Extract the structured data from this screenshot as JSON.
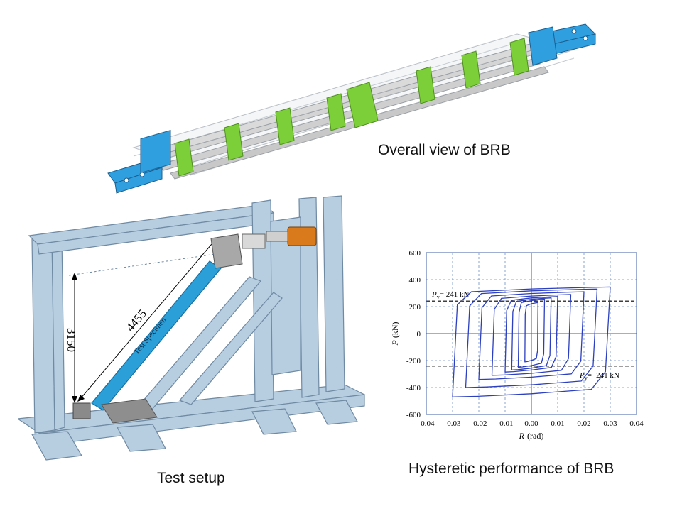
{
  "captions": {
    "overall": "Overall view of BRB",
    "setup": "Test setup",
    "hysteretic": "Hysteretic performance of BRB"
  },
  "setup_labels": {
    "length": "4455",
    "height": "3150",
    "specimen": "Test Specimen"
  },
  "colors": {
    "frame": "#b7cde0",
    "frame_edge": "#6f8aa3",
    "brace": "#2b9fd8",
    "end_plate": "#2f9fe0",
    "restrainer": "#7dcf3a",
    "rod": "#c9c9c9",
    "actuator": "#d97a1c",
    "hysteresis": "#2b3fbf",
    "grid": "#6d8fc7"
  },
  "chart_data": {
    "type": "line",
    "xlabel_symbol": "R",
    "xlabel_unit": "(rad)",
    "ylabel_symbol": "P",
    "ylabel_unit": "(kN)",
    "xlim": [
      -0.04,
      0.04
    ],
    "ylim": [
      -600,
      600
    ],
    "xticks": [
      "-0.04",
      "-0.03",
      "-0.02",
      "-0.01",
      "0.00",
      "0.01",
      "0.02",
      "0.03",
      "0.04"
    ],
    "yticks": [
      "600",
      "400",
      "200",
      "0",
      "-200",
      "-400",
      "-600"
    ],
    "xtick_values": [
      -0.04,
      -0.03,
      -0.02,
      -0.01,
      0,
      0.01,
      0.02,
      0.03,
      0.04
    ],
    "ytick_values": [
      600,
      400,
      200,
      0,
      -200,
      -400,
      -600
    ],
    "grid": true,
    "reference_lines": [
      {
        "sym": "P",
        "sub": "y",
        "label": "= 241 kN",
        "value": 241
      },
      {
        "sym": "P",
        "sub": "y",
        "label": "=−241 kN",
        "value": -241
      }
    ],
    "loops": [
      {
        "x": [
          -0.0025,
          0.0025
        ],
        "y": [
          -210,
          230
        ]
      },
      {
        "x": [
          -0.005,
          0.005
        ],
        "y": [
          -250,
          255
        ]
      },
      {
        "x": [
          -0.0075,
          0.0075
        ],
        "y": [
          -270,
          265
        ]
      },
      {
        "x": [
          -0.01,
          0.01
        ],
        "y": [
          -285,
          275
        ]
      },
      {
        "x": [
          -0.015,
          0.015
        ],
        "y": [
          -310,
          290
        ]
      },
      {
        "x": [
          -0.02,
          0.02
        ],
        "y": [
          -340,
          310
        ]
      },
      {
        "x": [
          -0.025,
          0.025
        ],
        "y": [
          -400,
          330
        ]
      },
      {
        "x": [
          -0.03,
          0.03
        ],
        "y": [
          -470,
          345
        ]
      }
    ]
  }
}
